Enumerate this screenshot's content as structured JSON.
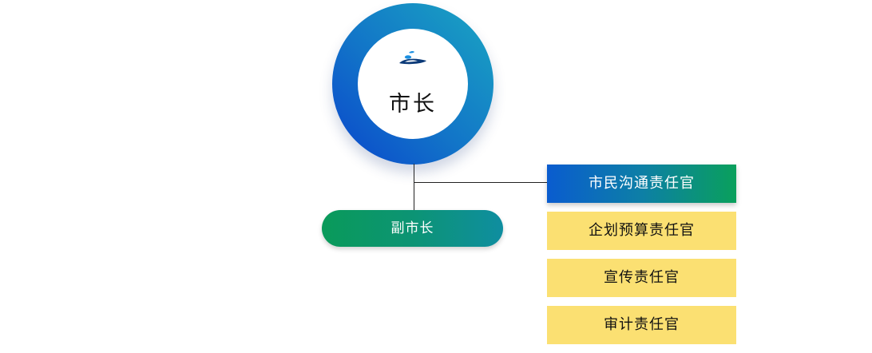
{
  "mayor": {
    "title": "市长",
    "emblem_icon": "city-emblem-icon"
  },
  "vice_mayor": {
    "title": "副市长"
  },
  "officers": [
    {
      "label": "市民沟通责任官"
    },
    {
      "label": "企划预算责任官"
    },
    {
      "label": "宣传责任官"
    },
    {
      "label": "审计责任官"
    }
  ],
  "colors": {
    "ring_gradient": [
      "#0a46cc",
      "#1275c8",
      "#1aa6c2"
    ],
    "vice_gradient": [
      "#0a9a5a",
      "#0f8ea0"
    ],
    "primary_box_gradient": [
      "#0a5ccf",
      "#0d7fa6",
      "#0aa05c"
    ],
    "box_fill": "#fbe072",
    "emblem_blue": "#1a8fe0",
    "emblem_navy": "#0b3a78"
  }
}
